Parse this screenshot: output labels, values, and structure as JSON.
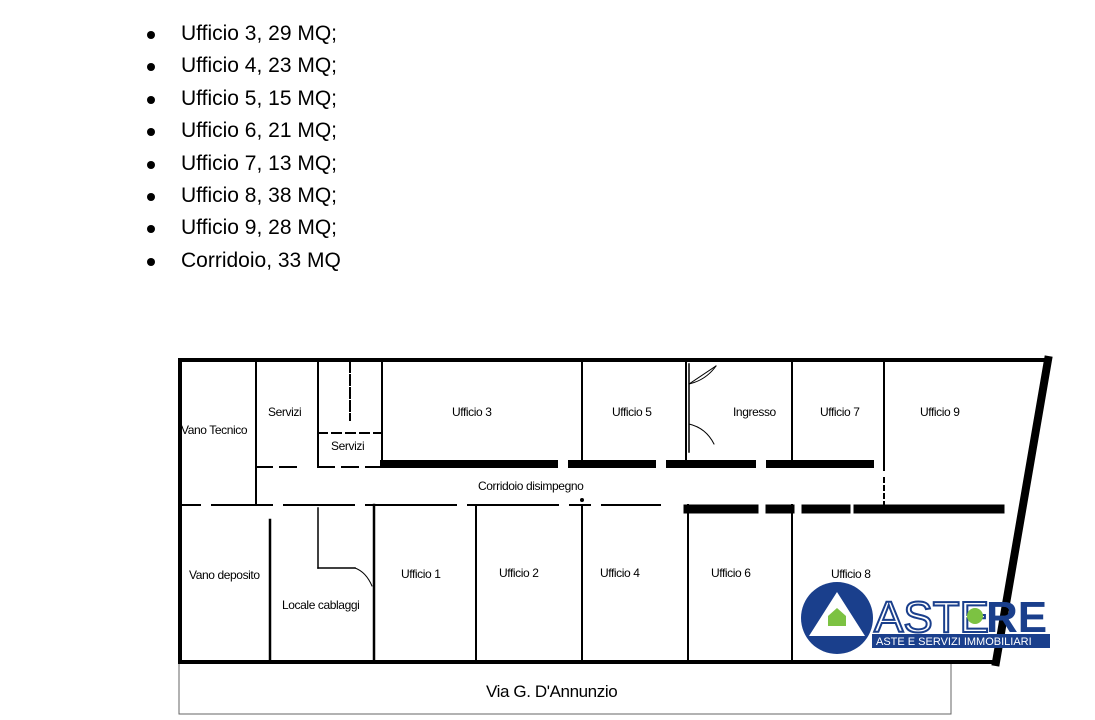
{
  "areas_list": [
    "Ufficio 3, 29 MQ;",
    "Ufficio 4, 23 MQ;",
    "Ufficio 5, 15 MQ;",
    "Ufficio 6, 21 MQ;",
    "Ufficio 7, 13 MQ;",
    "Ufficio 8, 38 MQ;",
    "Ufficio 9, 28 MQ;",
    "Corridoio, 33 MQ"
  ],
  "floor_plan": {
    "rooms": {
      "vano_tecnico": "Vano Tecnico",
      "servizi_1": "Servizi",
      "servizi_2": "Servizi",
      "ufficio_3": "Ufficio 3",
      "ufficio_5": "Ufficio 5",
      "ingresso": "Ingresso",
      "ufficio_7": "Ufficio 7",
      "ufficio_9": "Ufficio 9",
      "corridoio": "Corridoio disimpegno",
      "vano_deposito": "Vano deposito",
      "locale_cablaggi": "Locale cablaggi",
      "ufficio_1": "Ufficio 1",
      "ufficio_2": "Ufficio 2",
      "ufficio_4": "Ufficio 4",
      "ufficio_6": "Ufficio 6",
      "ufficio_8": "Ufficio 8"
    },
    "street": "Via G. D'Annunzio"
  },
  "logo": {
    "name_left": "ASTE",
    "name_right": "RE",
    "tagline": "ASTE E SERVIZI IMMOBILIARI",
    "colors": {
      "blue": "#1a3f8c",
      "green": "#7cc242"
    }
  }
}
